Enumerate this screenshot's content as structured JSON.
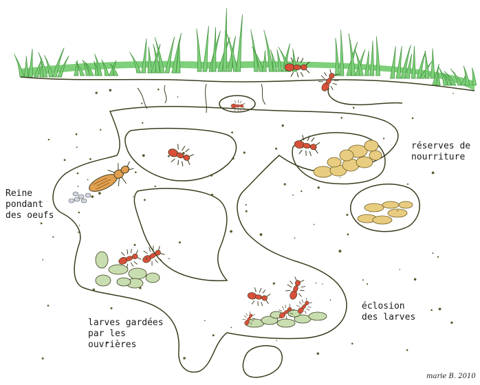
{
  "labels": {
    "reserves": "réserves de\nnourriture",
    "queen": "Reine\npondant\ndes oeufs",
    "hatching": "éclosion\ndes larves",
    "larvae": "larves gardées\npar les\nouvrières"
  },
  "signature": "marie B. 2010",
  "colors": {
    "grass": "#7ed07a",
    "grass_dark": "#3f8f3a",
    "outline": "#3b3b1e",
    "ant": "#d8503a",
    "larva": "#c8ddb0",
    "food": "#e8cc80",
    "queen": "#e0a050"
  }
}
